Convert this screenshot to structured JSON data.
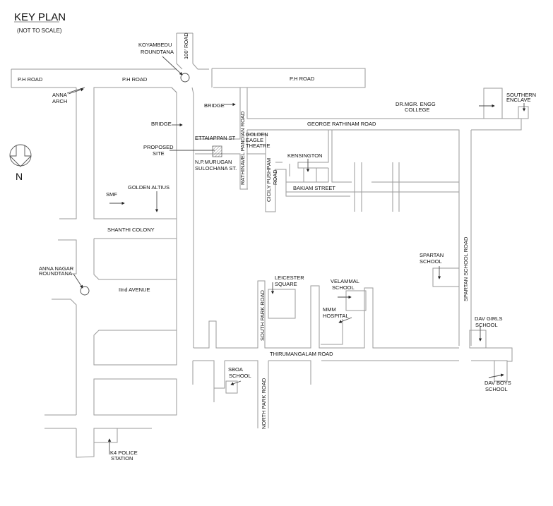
{
  "header": {
    "title": "KEY PLAN",
    "subtitle": "(NOT TO SCALE)"
  },
  "compass": {
    "label": "N",
    "icon": "north-arrow-icon"
  },
  "roads": {
    "ph_road_west": "P.H ROAD",
    "ph_road_center": "P.H ROAD",
    "ph_road_east": "P.H ROAD",
    "road_100ft": "100' ROAD",
    "george_rathinam_road": "GEORGE RATHINAM ROAD",
    "rathinavel_pandian_road": "RATHINAVEL PANDIAN ROAD",
    "ettaiappan_st": "ETTAIAPPAN ST",
    "np_murugan_1": "N.P.MURUGAN",
    "np_murugan_2": "SULOCHANA ST.",
    "cicily_pushpam_1": "CICILY PUSHPAM",
    "cicily_pushpam_2": "ROAD",
    "bakiam_street": "BAKIAM STREET",
    "shanthi_colony": "SHANTHI COLONY",
    "iind_avenue": "IInd AVENUE",
    "south_park_road": "SOUTH PARK ROAD",
    "north_park_road": "NORTH PARK ROAD",
    "thirumangalam_road": "THIRUMANGALAM ROAD",
    "spartan_school_road": "SPARTAN SCHOOL ROAD"
  },
  "landmarks": {
    "koyambedu_1": "KOYAMBEDU",
    "koyambedu_2": "ROUNDTANA",
    "anna_arch_1": "ANNA",
    "anna_arch_2": "ARCH",
    "bridge_west": "BRIDGE",
    "bridge_east": "BRIDGE",
    "dr_mgr_1": "DR.MGR. ENGG",
    "dr_mgr_2": "COLLEGE",
    "southern_enclave_1": "SOUTHERN",
    "southern_enclave_2": "ENCLAVE",
    "proposed_site_1": "PROPOSED",
    "proposed_site_2": "SITE",
    "golden_eagle_1": "GOLDEN",
    "golden_eagle_2": "EAGLE",
    "golden_eagle_3": "THEATRE",
    "kensington": "KENSINGTON",
    "smf": "SMF",
    "golden_altius": "GOLDEN ALTIUS",
    "anna_nagar_1": "ANNA NAGAR",
    "anna_nagar_2": "ROUNDTANA",
    "spartan_school_1": "SPARTAN",
    "spartan_school_2": "SCHOOL",
    "leicester_1": "LEICESTER",
    "leicester_2": "SQUARE",
    "velammal_1": "VELAMMAL",
    "velammal_2": "SCHOOL",
    "mmm_1": "MMM",
    "mmm_2": "HOSPITAL",
    "dav_girls_1": "DAV GIRLS",
    "dav_girls_2": "SCHOOL",
    "dav_boys_1": "DAV BOYS",
    "dav_boys_2": "SCHOOL",
    "sboa_1": "SBOA",
    "sboa_2": "SCHOOL",
    "k4_1": "K4 POLICE",
    "k4_2": "STATION"
  }
}
